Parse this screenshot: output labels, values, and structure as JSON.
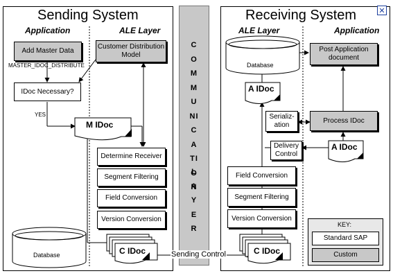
{
  "sending": {
    "title": "Sending System",
    "app_header": "Application",
    "ale_header": "ALE Layer",
    "add_master_data": "Add Master Data",
    "customer_distribution_model": "Customer Distribution Model",
    "master_idoc_distribute": "MASTER_IDOC_DISTRIBUTE",
    "idoc_necessary": "IDoc Necessary?",
    "yes": "YES",
    "m_idoc": "M IDoc",
    "determine_receiver": "Determine Receiver",
    "segment_filtering": "Segment Filtering",
    "field_conversion": "Field Conversion",
    "version_conversion": "Version Conversion",
    "database": "Database",
    "c_idoc": "C IDoc"
  },
  "communication": {
    "word1": "COMMUNICATION",
    "word2": "LAYER",
    "sending_control": "Sending Control"
  },
  "receiving": {
    "title": "Receiving System",
    "ale_header": "ALE Layer",
    "app_header": "Application",
    "database": "Database",
    "post_application_document": "Post Application document",
    "a_idoc_top": "A IDoc",
    "serialization": "Serializ-ation",
    "process_idoc": "Process IDoc",
    "delivery_control": "Delivery Control",
    "a_idoc": "A IDoc",
    "field_conversion": "Field Conversion",
    "segment_filtering": "Segment Filtering",
    "version_conversion": "Version Conversion",
    "c_idoc": "C IDoc"
  },
  "key": {
    "title": "KEY:",
    "standard": "Standard SAP",
    "custom": "Custom"
  },
  "window": {
    "close_icon": "close-icon"
  }
}
